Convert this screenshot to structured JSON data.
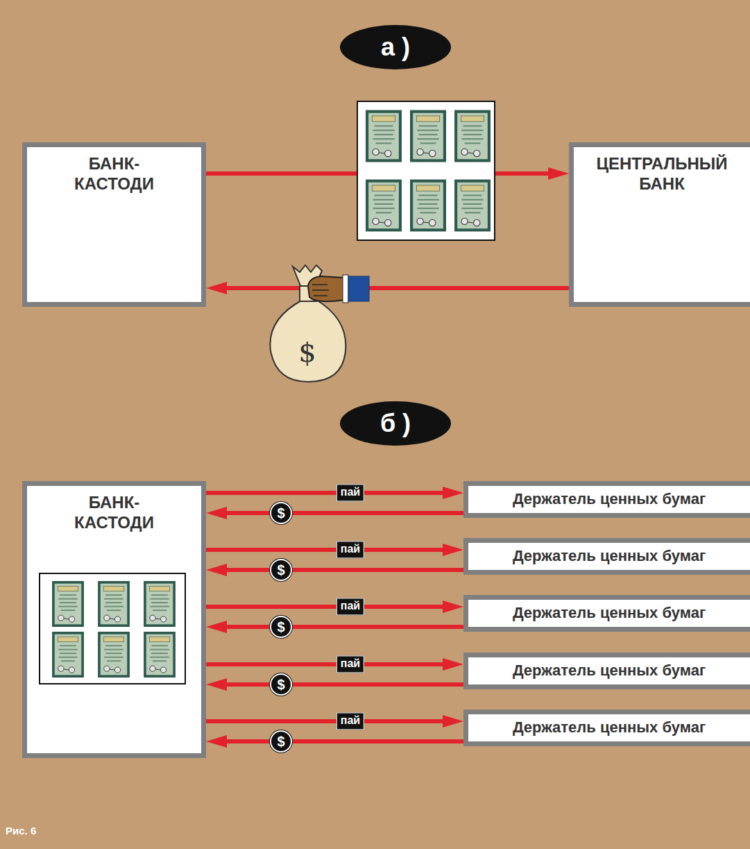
{
  "diagram": {
    "caption": "Рис. 6",
    "nodes": [
      {
        "text": [
          "БАНК-КАСТОДИ"
        ]
      },
      {
        "text": [
          "ЦЕНТРАЛЬНЫЙ БАНК"
        ]
      },
      {
        "text": [
          "БАНК-КАСТОДИ"
        ]
      },
      {
        "text": [
          "Держатель ценных бумаг"
        ]
      },
      {
        "text": [
          "Держатель ценных бумаг"
        ]
      },
      {
        "text": [
          "Держатель ценных бумаг"
        ]
      },
      {
        "text": [
          "Держатель ценных бумаг"
        ]
      },
      {
        "text": [
          "Держатель ценных бумаг"
        ]
      }
    ],
    "edges": [
      {
        "from": 0,
        "to": 1,
        "arrow": "to"
      },
      {
        "from": 1,
        "to": 0,
        "arrow": "to",
        "label": "$"
      },
      {
        "from": 2,
        "to": 3,
        "arrow": "to",
        "label": "пай"
      },
      {
        "from": 3,
        "to": 2,
        "arrow": "to",
        "label": "$"
      },
      {
        "from": 2,
        "to": 4,
        "arrow": "to",
        "label": "пай"
      },
      {
        "from": 4,
        "to": 2,
        "arrow": "to",
        "label": "$"
      },
      {
        "from": 2,
        "to": 5,
        "arrow": "to",
        "label": "пай"
      },
      {
        "from": 5,
        "to": 2,
        "arrow": "to",
        "label": "$"
      },
      {
        "from": 2,
        "to": 6,
        "arrow": "to",
        "label": "пай"
      },
      {
        "from": 6,
        "to": 2,
        "arrow": "to",
        "label": "$"
      },
      {
        "from": 2,
        "to": 7,
        "arrow": "to",
        "label": "пай"
      },
      {
        "from": 7,
        "to": 2,
        "arrow": "to",
        "label": "$"
      }
    ],
    "labels": [
      "а )",
      "б )"
    ]
  }
}
